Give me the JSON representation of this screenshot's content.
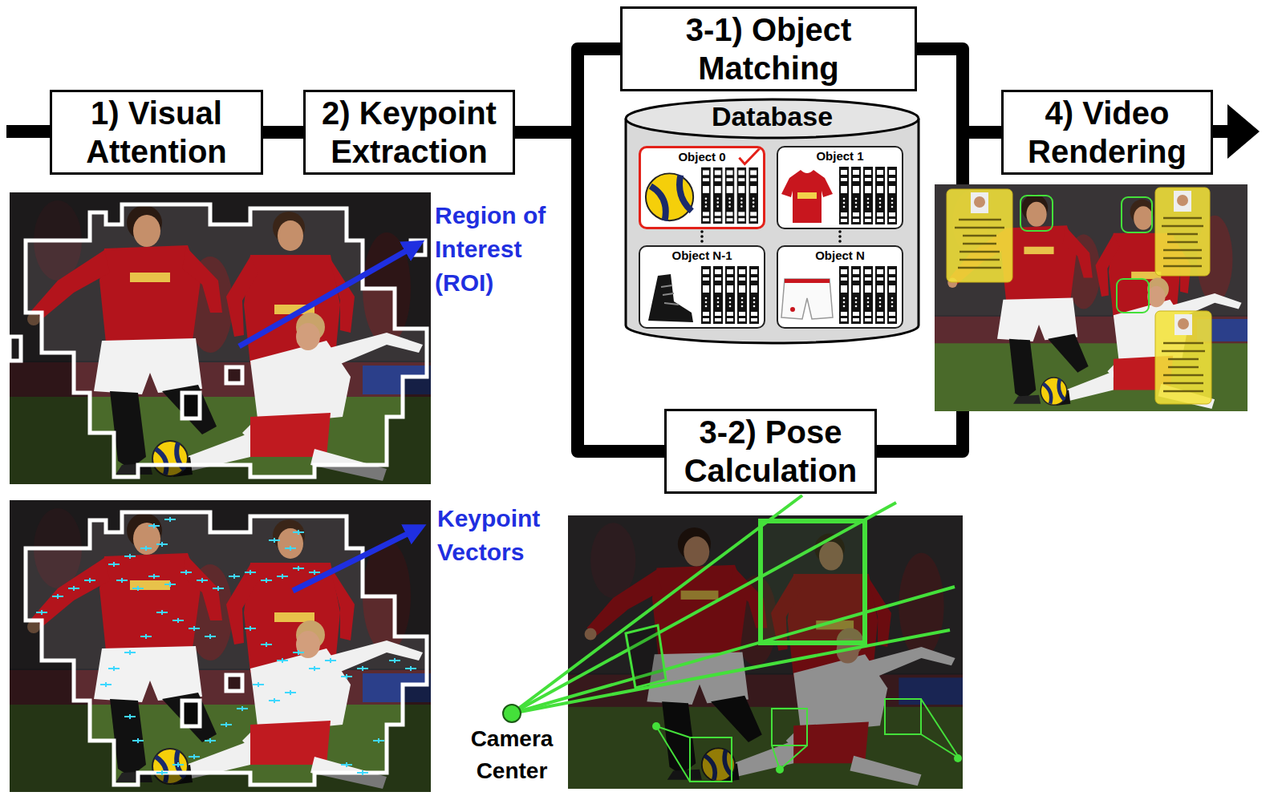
{
  "diagram": {
    "nodes": [
      {
        "text": [
          "1) Visual Attention"
        ]
      },
      {
        "text": [
          "2) Keypoint Extraction"
        ]
      },
      {
        "text": [
          "3-1) Object Matching"
        ]
      },
      {
        "text": [
          "Database"
        ]
      },
      {
        "text": [
          "Object 0"
        ],
        "in": 3
      },
      {
        "text": [
          "Object 1"
        ],
        "in": 3
      },
      {
        "text": [
          "Object N-1"
        ],
        "in": 3
      },
      {
        "text": [
          "Object N"
        ],
        "in": 3
      },
      {
        "text": [
          "3-2) Pose Calculation"
        ]
      },
      {
        "text": [
          "4) Video Rendering"
        ]
      }
    ],
    "edges": [
      {
        "from": 0,
        "to": 1,
        "arrow": "none"
      },
      {
        "from": 1,
        "to": 2,
        "arrow": "none"
      },
      {
        "from": 1,
        "to": 8,
        "arrow": "none"
      },
      {
        "from": 2,
        "to": 9,
        "arrow": "none"
      },
      {
        "from": 8,
        "to": 9,
        "arrow": "none"
      }
    ],
    "labels": [
      "Region of Interest (ROI)",
      "Keypoint Vectors",
      "Camera Center"
    ]
  }
}
